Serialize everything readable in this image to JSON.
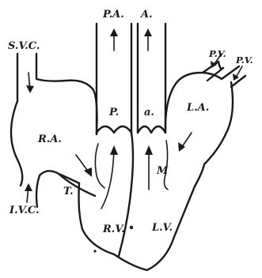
{
  "labels": {
    "pa_top": "P.A.",
    "a_top": "A.",
    "svc": "S.V.C.",
    "pv_left": "P.V.",
    "pv_right": "P.V.",
    "ra": "R.A.",
    "p_valve": "P.",
    "a_valve": "a.",
    "la": "L.A.",
    "m_valve": "M",
    "t_valve": "T.",
    "ivc": "I.V.C.",
    "rv": "R.V.",
    "lv": "L.V."
  }
}
